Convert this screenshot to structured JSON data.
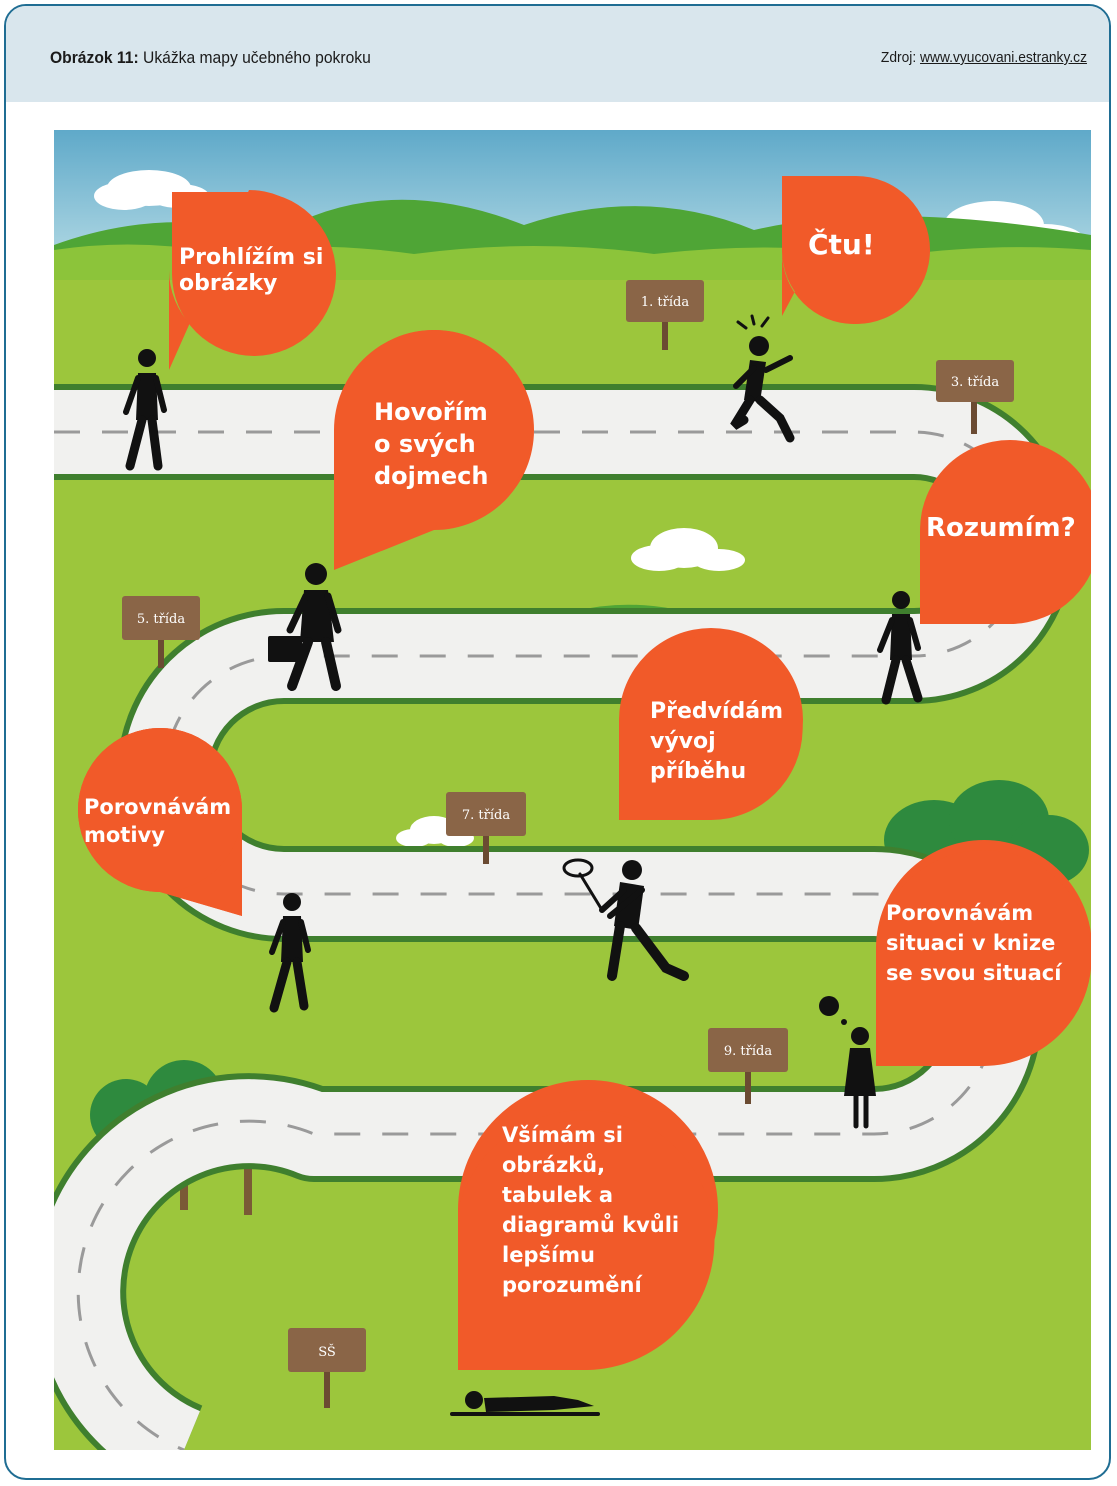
{
  "caption": {
    "label": "Obrázok 11:",
    "title": "Ukážka mapy učebného pokroku",
    "source_label": "Zdroj:",
    "source_link": "www.vyucovani.estranky.cz"
  },
  "bubbles": {
    "b1": [
      "Prohlížím si",
      "obrázky"
    ],
    "b2": [
      "Čtu!"
    ],
    "b3": [
      "Hovořím",
      "o svých",
      "dojmech"
    ],
    "b4": [
      "Rozumím?"
    ],
    "b5": [
      "Předvídám",
      "vývoj",
      "příběhu"
    ],
    "b6": [
      "Porovnávám",
      "motivy"
    ],
    "b7": [
      "Porovnávám",
      "situaci v knize",
      "se svou situací"
    ],
    "b8": [
      "Všímám si",
      "obrázků,",
      "tabulek a",
      "diagramů kvůli",
      "lepšímu",
      "porozumění"
    ]
  },
  "signs": {
    "s1": "1. třída",
    "s3": "3. třída",
    "s5": "5. třída",
    "s7": "7. třída",
    "s9": "9. třída",
    "ss": "SŠ"
  },
  "colors": {
    "bubble": "#f15a29",
    "grass": "#9cc63c",
    "hill": "#4fa536",
    "road": "#f1f1ef",
    "sign": "#8a6547",
    "frame": "#1f6d93"
  }
}
